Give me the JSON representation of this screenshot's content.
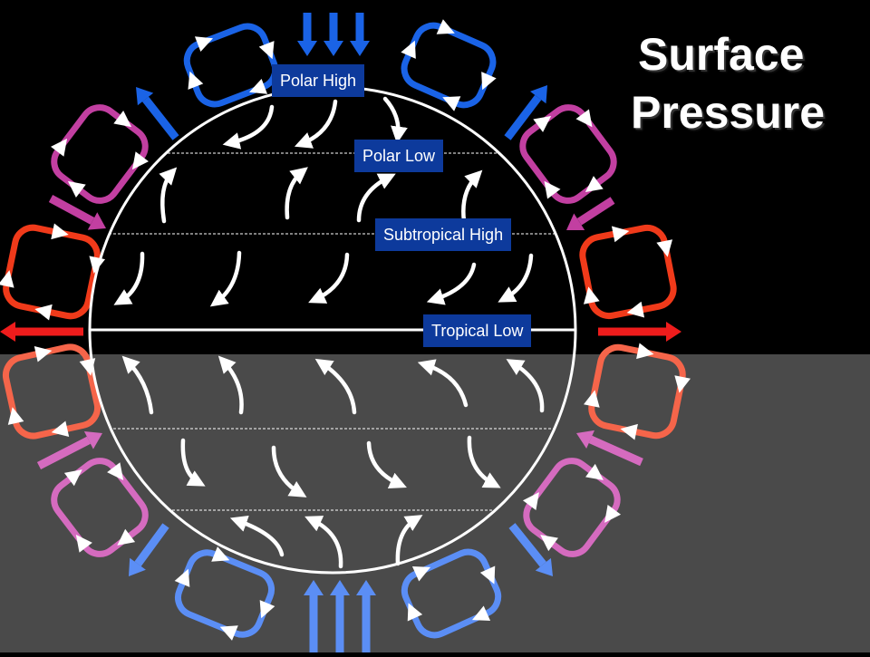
{
  "title": {
    "line1": "Surface",
    "line2": "Pressure"
  },
  "labels": {
    "polar_high": "Polar High",
    "polar_low": "Polar Low",
    "subtropical_high": "Subtropical High",
    "tropical_low": "Tropical Low"
  },
  "colors": {
    "background_north": "#000000",
    "background_south": "#4a4a4a",
    "label_fill": "#0d3a9c",
    "polar_cell": "#1a63e6",
    "ferrel_cell": "#c23fa1",
    "hadley_cell": "#f03a1a",
    "hadley_cell_south": "#f5654a",
    "ferrel_cell_south": "#d56bbf",
    "polar_cell_south": "#5b8ef5",
    "equator_arrow": "#ee1c1c",
    "wind_arrow": "#ffffff"
  },
  "icons": [
    "wind-arrow-icon",
    "circulation-cell-icon",
    "vertical-flow-arrow-icon"
  ]
}
